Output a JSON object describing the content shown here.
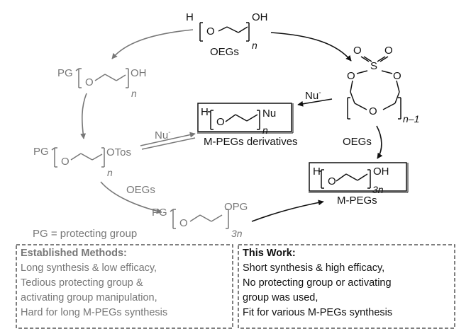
{
  "diagram": {
    "start": {
      "h": "H",
      "o": "O",
      "oh": "OH",
      "n": "n",
      "name": "OEGs"
    },
    "cyclic_sulfate": {
      "o_top1": "O",
      "o_top2": "O",
      "s": "S",
      "o_left": "O",
      "o_right": "O",
      "o_ring": "O",
      "n": "n–1"
    },
    "pg_alcohol": {
      "pg": "PG",
      "o": "O",
      "oh": "OH",
      "n": "n"
    },
    "pg_tosylate": {
      "pg": "PG",
      "o": "O",
      "otos": "OTos",
      "n": "n"
    },
    "pg_product": {
      "pg": "PG",
      "o": "O",
      "opg": "OPG",
      "n": "3n"
    },
    "derivative": {
      "h": "H",
      "o": "O",
      "nu": "Nu",
      "n": "n",
      "name": "M-PEGs derivatives"
    },
    "mpeg": {
      "h": "H",
      "o": "O",
      "oh": "OH",
      "n": "3n",
      "name": "M-PEGs"
    },
    "reagents": {
      "nu_left": "Nu",
      "nu_right": "Nu",
      "charge": "-",
      "oegs_left": "OEGs",
      "oegs_right": "OEGs"
    },
    "pg_note": "PG = protecting group"
  },
  "established": {
    "title": "Established Methods:",
    "lines": [
      "Long synthesis & low efficacy,",
      "Tedious protecting group &",
      "activating group manipulation,",
      "Hard for long M-PEGs synthesis"
    ]
  },
  "this_work": {
    "title": "This Work:",
    "lines": [
      "Short synthesis & high efficacy,",
      "No protecting group or activating",
      "group was used,",
      "Fit for various M-PEGs synthesis"
    ]
  },
  "colors": {
    "main": "#111111",
    "faded": "#777777",
    "box": "#555555"
  }
}
